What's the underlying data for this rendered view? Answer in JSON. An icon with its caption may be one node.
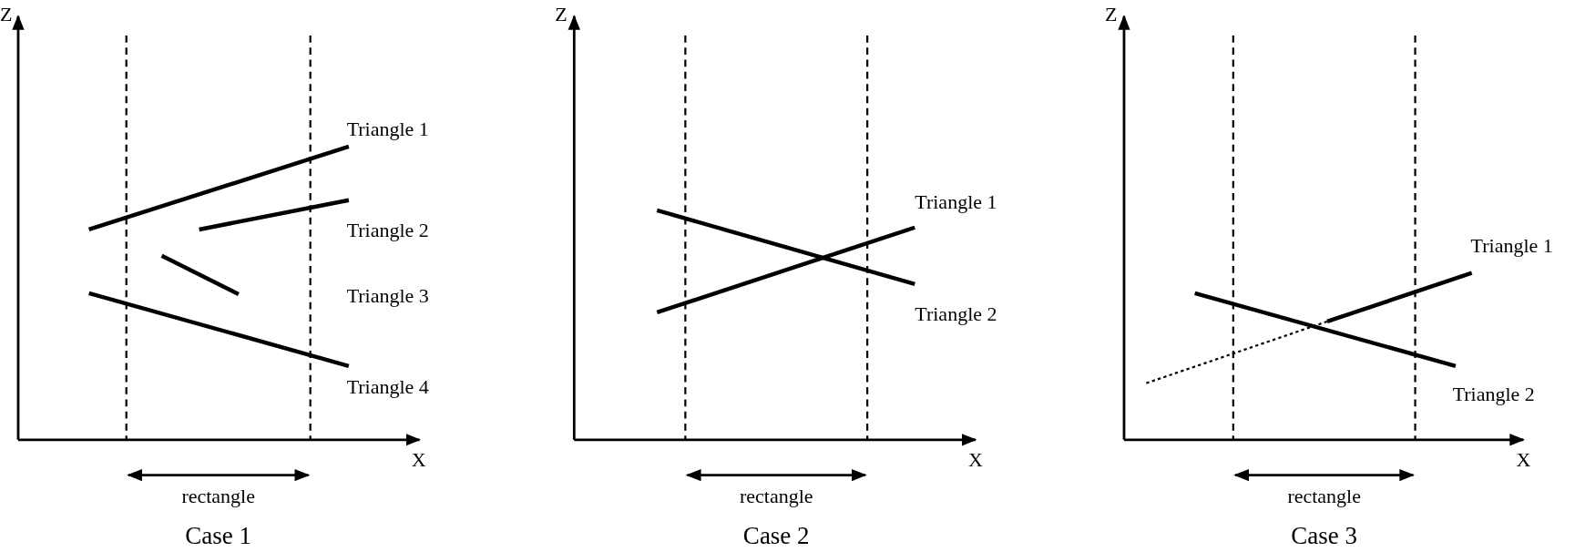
{
  "diagram": {
    "labels": [
      "Z",
      "Triangle 1",
      "Triangle 2",
      "Triangle 3",
      "Triangle 4",
      "X",
      "rectangle",
      "Case 1",
      "Z",
      "Triangle 1",
      "Triangle 2",
      "X",
      "rectangle",
      "Case 2",
      "Z",
      "Triangle 1",
      "Triangle 2",
      "X",
      "rectangle",
      "Case 3"
    ]
  }
}
